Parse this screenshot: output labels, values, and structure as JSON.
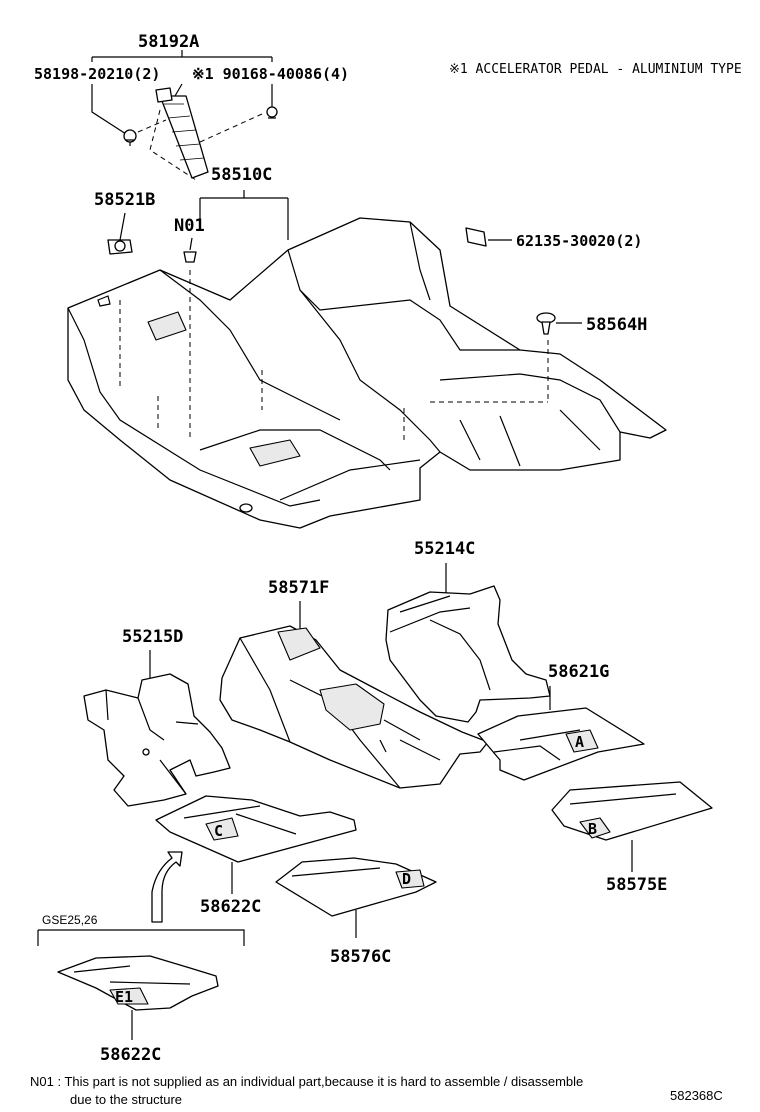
{
  "header_note": "※1 ACCELERATOR PEDAL - ALUMINIUM TYPE",
  "callouts": {
    "p58192A": "58192A",
    "p58198": "58198-20210(2)",
    "p90168": "※1 90168-40086(4)",
    "p58510C": "58510C",
    "p58521B": "58521B",
    "pN01": "N01",
    "p62135": "62135-30020(2)",
    "p58564H": "58564H",
    "p55214C": "55214C",
    "p58571F": "58571F",
    "p55215D": "55215D",
    "p58621G": "58621G",
    "p58575E": "58575E",
    "p58622C_top": "58622C",
    "p58576C": "58576C",
    "p58622C_bottom": "58622C"
  },
  "mat_letters": {
    "a": "A",
    "b": "B",
    "c": "C",
    "d": "D",
    "e": "E1"
  },
  "variant_label": "GSE25,26",
  "footnote": {
    "line1": "N01 : This part is not supplied as an individual part,because it is hard to assemble / disassemble",
    "line2": "due to the structure"
  },
  "diagram_id": "582368C"
}
